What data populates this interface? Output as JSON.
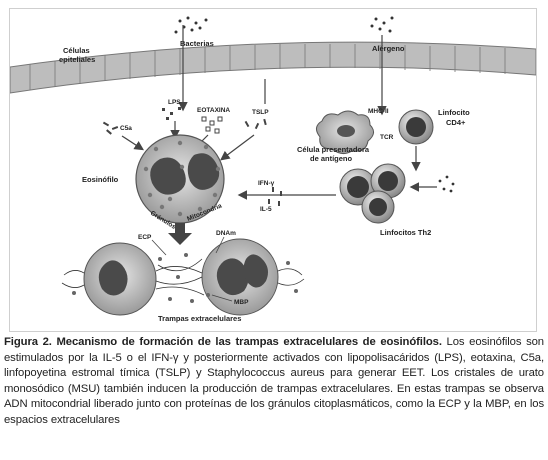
{
  "figure": {
    "labels": {
      "epithelial": [
        "Células",
        "epiteliales"
      ],
      "bacteria": "Bacterias",
      "allergen": "Alérgeno",
      "lps": "LPS",
      "c5a": "C5a",
      "eotaxin": "EOTAXINA",
      "tslp": "TSLP",
      "mhc": "MHC-II",
      "tcr": "TCR",
      "apc": [
        "Célula presentadora",
        "de antígeno"
      ],
      "cd4": [
        "Linfocito",
        "CD4+"
      ],
      "eosinophil": "Eosinófilo",
      "granules": "Gránulos",
      "mitochondria": "Mitocondria",
      "ifn": "IFN-γ",
      "il5": "IL-5",
      "th2": "Linfocitos Th2",
      "ecp": "ECP",
      "dnam": "DNAm",
      "mbp": "MBP",
      "traps": "Trampas extracelulares"
    }
  },
  "caption": {
    "title": "Figura 2. Mecanismo de formación de las trampas extracelulares de eosinófilos.",
    "body": " Los eosinófilos son estimulados por la IL-5 o el IFN-γ y posteriormente activados con lipopolisacáridos (LPS), eotaxina, C5a, linfopoyetina estromal tímica (TSLP) y Staphylococcus aureus para generar EET. Los cristales de urato monosódico (MSU) también inducen la producción de trampas extracelulares. En estas trampas se observa ADN mitocondrial liberado junto con proteínas de los gránulos citoplasmáticos, como la ECP y la MBP, en los espacios extracelulares"
  }
}
